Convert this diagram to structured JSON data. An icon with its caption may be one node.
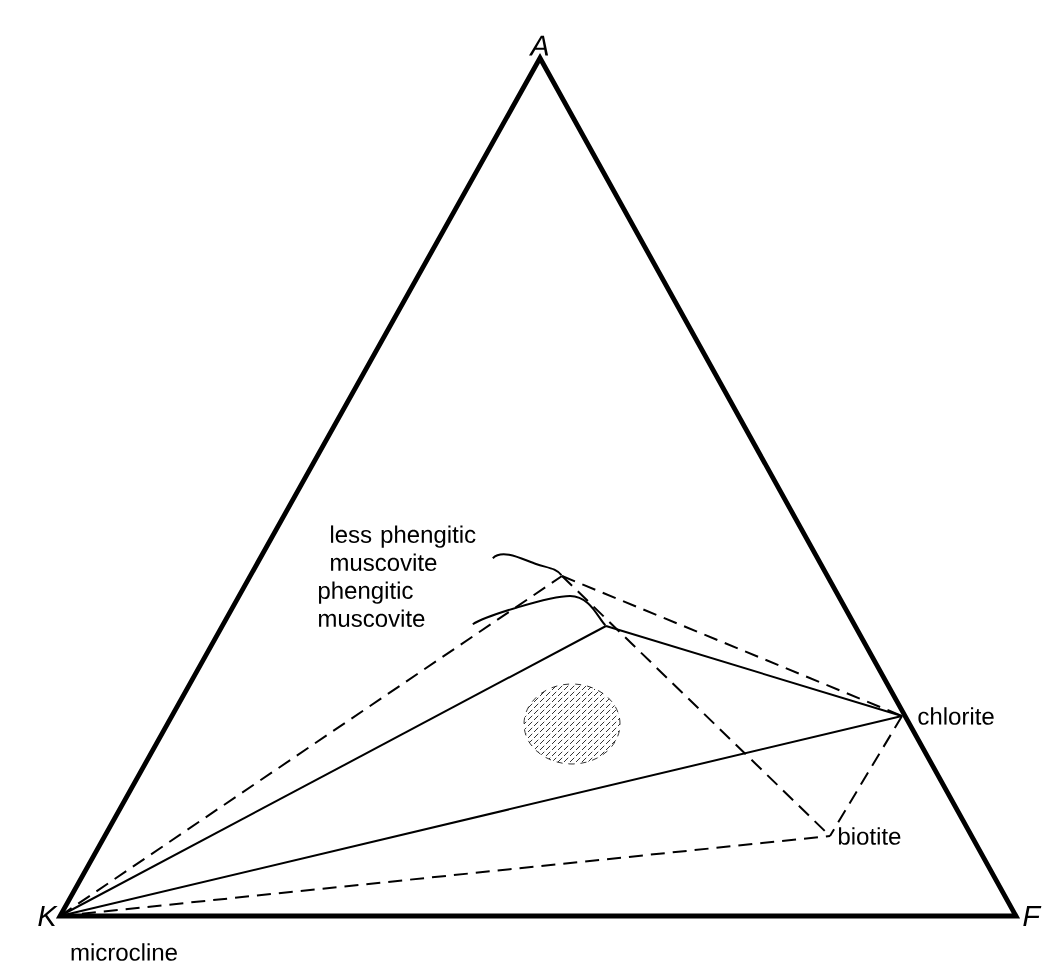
{
  "diagram": {
    "nodes": [
      {
        "text": [
          "K"
        ],
        "beside": [
          "microcline"
        ]
      },
      {
        "text": [
          "less phengitic muscovite"
        ]
      },
      {
        "text": [
          "phengitic muscovite"
        ]
      },
      {
        "text": [
          "chlorite"
        ]
      },
      {
        "text": [
          "biotite"
        ]
      },
      {
        "text": [],
        "shape": "point"
      },
      {
        "text": [],
        "shape": "point"
      }
    ],
    "edges": [
      {
        "from": 0,
        "to": 6,
        "arrow": "none"
      },
      {
        "from": 6,
        "to": 3,
        "arrow": "none"
      },
      {
        "from": 0,
        "to": 3,
        "arrow": "none"
      },
      {
        "from": 0,
        "to": 5,
        "arrow": "none",
        "style": "dashed"
      },
      {
        "from": 5,
        "to": 3,
        "arrow": "none",
        "style": "dashed"
      },
      {
        "from": 5,
        "to": 4,
        "arrow": "none",
        "style": "dashed"
      },
      {
        "from": 0,
        "to": 4,
        "arrow": "none",
        "style": "dashed"
      },
      {
        "from": 3,
        "to": 4,
        "arrow": "none",
        "style": "dashed"
      },
      {
        "from": 1,
        "to": 5,
        "arrow": "none"
      },
      {
        "from": 2,
        "to": 6,
        "arrow": "none"
      }
    ],
    "labels": [
      "A",
      "F"
    ]
  }
}
